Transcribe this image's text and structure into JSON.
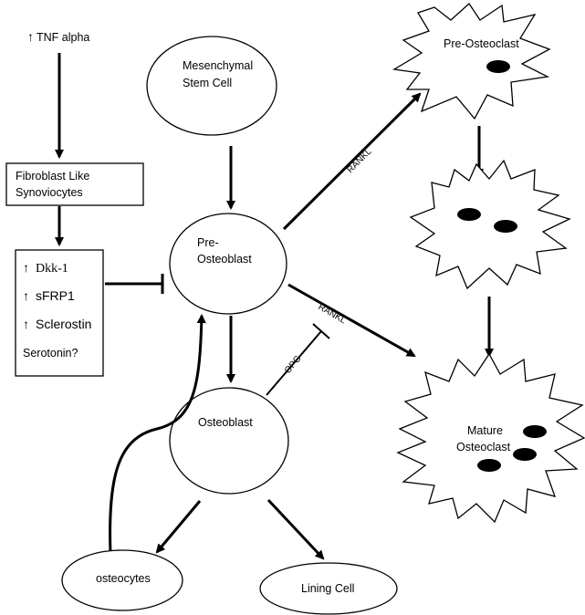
{
  "nodes": {
    "tnf": "TNF alpha",
    "tnf_arrow": "↑",
    "fls_line1": "Fibroblast Like",
    "fls_line2": "Synoviocytes",
    "inhibitors": [
      {
        "arrow": "↑",
        "label": "Dkk-1"
      },
      {
        "arrow": "↑",
        "label": "sFRP1"
      },
      {
        "arrow": "↑",
        "label": "Sclerostin"
      },
      {
        "arrow": "",
        "label": "Serotonin?"
      }
    ],
    "msc_line1": "Mesenchymal",
    "msc_line2": "Stem Cell",
    "preob_line1": "Pre-",
    "preob_line2": "Osteoblast",
    "osteoblast": "Osteoblast",
    "osteocytes": "osteocytes",
    "lining": "Lining Cell",
    "preoc": "Pre-Osteoclast",
    "mature_line1": "Mature",
    "mature_line2": "Osteoclast"
  },
  "edges": {
    "rankl_upper": "RANKL",
    "rankl_lower": "RANKL",
    "opg": "OPG"
  }
}
